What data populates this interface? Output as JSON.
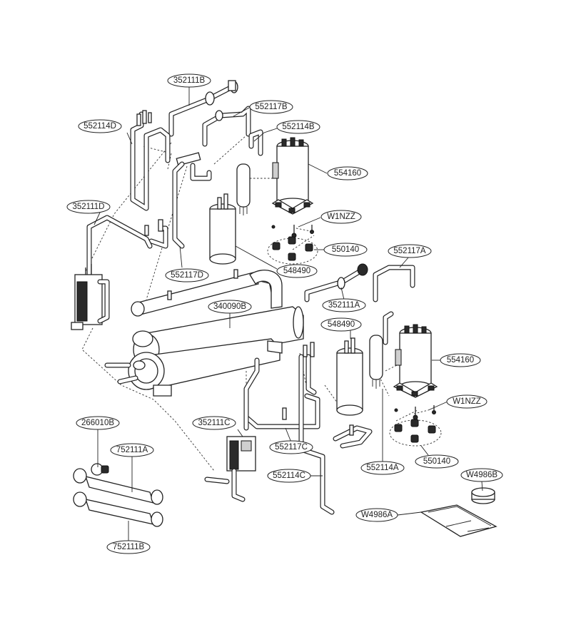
{
  "labels": [
    {
      "id": "l352111B",
      "text": "352111B"
    },
    {
      "id": "l552117B",
      "text": "552117B"
    },
    {
      "id": "l552114D",
      "text": "552114D"
    },
    {
      "id": "l552114B",
      "text": "552114B"
    },
    {
      "id": "l554160a",
      "text": "554160"
    },
    {
      "id": "l352111D",
      "text": "352111D"
    },
    {
      "id": "lW1NZZa",
      "text": "W1NZZ"
    },
    {
      "id": "l550140a",
      "text": "550140"
    },
    {
      "id": "l552117A",
      "text": "552117A"
    },
    {
      "id": "l548490a",
      "text": "548490"
    },
    {
      "id": "l552117D",
      "text": "552117D"
    },
    {
      "id": "l352111A",
      "text": "352111A"
    },
    {
      "id": "l340090B",
      "text": "340090B"
    },
    {
      "id": "l548490b",
      "text": "548490"
    },
    {
      "id": "l554160b",
      "text": "554160"
    },
    {
      "id": "lW1NZZb",
      "text": "W1NZZ"
    },
    {
      "id": "l352111C",
      "text": "352111C"
    },
    {
      "id": "l266010B",
      "text": "266010B"
    },
    {
      "id": "l552117C",
      "text": "552117C"
    },
    {
      "id": "l752111A",
      "text": "752111A"
    },
    {
      "id": "l550140b",
      "text": "550140"
    },
    {
      "id": "l552114A",
      "text": "552114A"
    },
    {
      "id": "l552114C",
      "text": "552114C"
    },
    {
      "id": "lW4986B",
      "text": "W4986B"
    },
    {
      "id": "lW4986A",
      "text": "W4986A"
    },
    {
      "id": "l752111B",
      "text": "752111B"
    }
  ]
}
